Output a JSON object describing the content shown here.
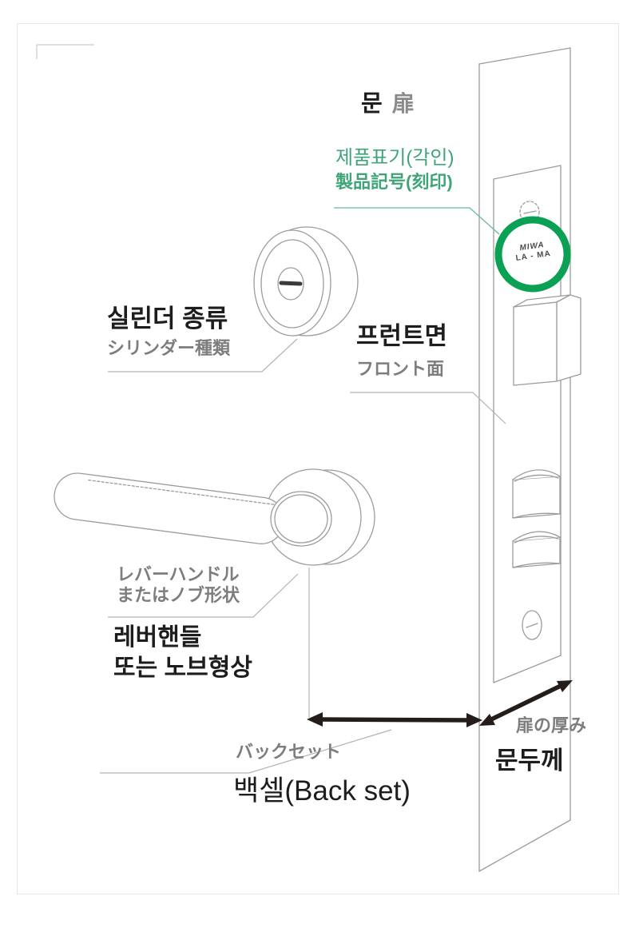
{
  "colors": {
    "outline_gray": "#9c9c9c",
    "leader_gray": "#b3b3b3",
    "label_gray": "#7d7d7d",
    "label_black": "#1d1d1d",
    "green_text": "#3fa578",
    "green_circle": "#0aa154",
    "green_leader": "#66bb93",
    "arrow_black": "#241d1a",
    "slot_dark": "#3a3a3a",
    "engraving_dark": "#4a4a4a",
    "frame_border": "#e7e7e7"
  },
  "labels": {
    "door": {
      "ko": "문",
      "ja": "扉"
    },
    "product_marking": {
      "ko": "제품표기(각인)",
      "ja": "製品記号(刻印)"
    },
    "cylinder": {
      "ko": "실린더 종류",
      "ja": "シリンダー種類"
    },
    "front_face": {
      "ko": "프런트면",
      "ja": "フロント面"
    },
    "handle": {
      "ja_line1": "レバーハンドル",
      "ja_line2": "またはノブ形状",
      "ko_line1": "레버핸들",
      "ko_line2": "또는 노브형상"
    },
    "backset": {
      "ja": "バックセット",
      "ko": "백셀(Back set)"
    },
    "door_thickness": {
      "ja": "扉の厚み",
      "ko": "문두께"
    }
  },
  "engraving": {
    "brand": "MIWA",
    "model": "LA - MA"
  }
}
